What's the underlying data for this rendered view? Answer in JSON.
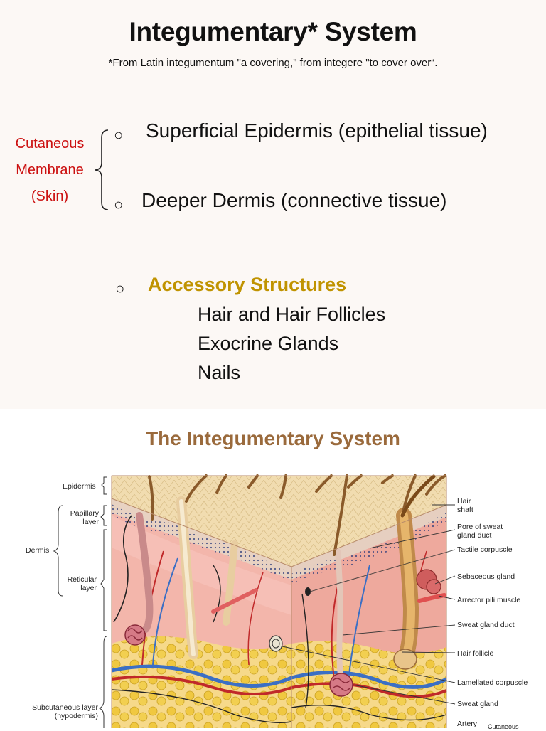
{
  "slide1": {
    "title": "Integumentary* System",
    "subtitle": "*From Latin integumentum \"a covering,\" from integere \"to cover over“.",
    "cutaneous": [
      "Cutaneous",
      "Membrane",
      "(Skin)"
    ],
    "bullet_glyph": "○",
    "layers": [
      "Superficial Epidermis (epithelial tissue)",
      "Deeper Dermis (connective tissue)"
    ],
    "accessory_title": "Accessory Structures",
    "accessory_items": [
      "Hair and Hair Follicles",
      "Exocrine Glands",
      "Nails"
    ],
    "colors": {
      "cutaneous": "#cc1111",
      "accessory": "#c09300",
      "background": "#fcf8f5"
    }
  },
  "slide2": {
    "title": "The Integumentary System",
    "title_color": "#9a6a3c",
    "left_labels": {
      "epidermis": "Epidermis",
      "papillary": "Papillary layer",
      "dermis": "Dermis",
      "reticular": "Reticular layer",
      "subcutaneous": "Subcutaneous layer (hypodermis)"
    },
    "right_labels": [
      "Hair shaft",
      "Pore of sweat gland duct",
      "Tactile corpuscle",
      "Sebaceous gland",
      "Arrector pili muscle",
      "Sweat gland duct",
      "Hair follicle",
      "Lamellated corpuscle",
      "Sweat gland",
      "Artery",
      "Cutaneous"
    ]
  }
}
